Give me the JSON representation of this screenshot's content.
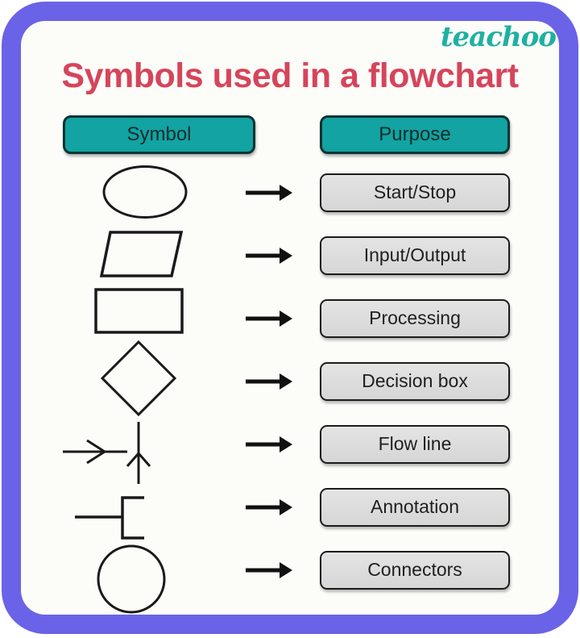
{
  "page": {
    "background": "#ffffff",
    "frame_color": "#6a63e7",
    "inner_background": "#fcfcf9"
  },
  "brand": {
    "logo": "teachoo",
    "logo_color": "#1fb0a2"
  },
  "header": {
    "title": "Symbols used in a flowchart",
    "title_color": "#d5455b"
  },
  "table": {
    "symbol_header": "Symbol",
    "purpose_header": "Purpose",
    "header_fill": "#12a3a2",
    "row_fill": "#dcdcdc",
    "symbol_stroke": "#1a1a1a",
    "rows": [
      {
        "symbol": "ellipse",
        "purpose": "Start/Stop"
      },
      {
        "symbol": "parallelogram",
        "purpose": "Input/Output"
      },
      {
        "symbol": "rectangle",
        "purpose": "Processing"
      },
      {
        "symbol": "diamond",
        "purpose": "Decision box"
      },
      {
        "symbol": "flow-line-arrows",
        "purpose": "Flow line"
      },
      {
        "symbol": "annotation-bracket",
        "purpose": "Annotation"
      },
      {
        "symbol": "circle",
        "purpose": "Connectors"
      }
    ]
  }
}
